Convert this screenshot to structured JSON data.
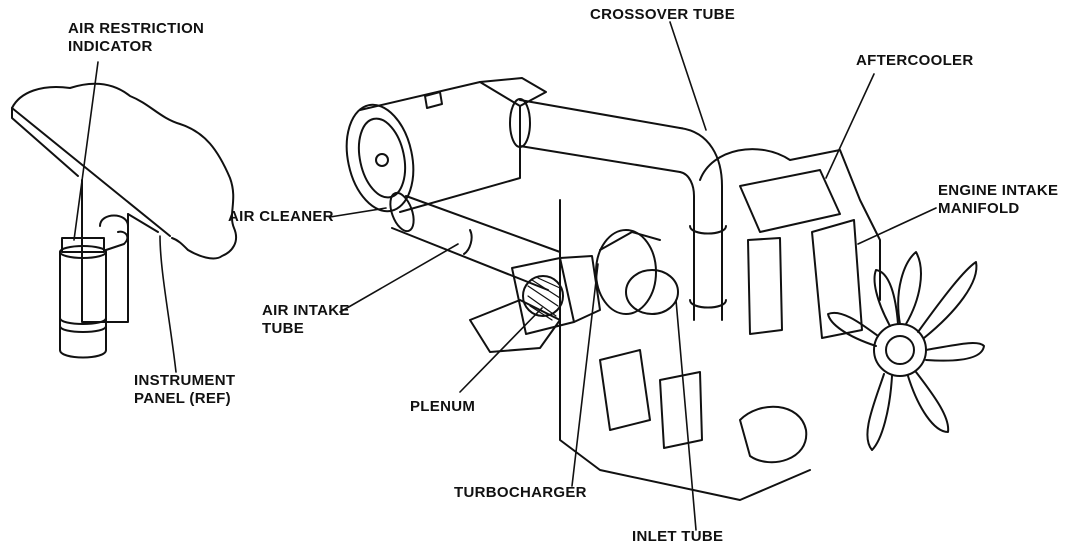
{
  "labels": {
    "air_restriction_indicator": [
      "AIR RESTRICTION",
      "INDICATOR"
    ],
    "crossover_tube": "CROSSOVER TUBE",
    "aftercooler": "AFTERCOOLER",
    "engine_intake_manifold": [
      "ENGINE INTAKE",
      "MANIFOLD"
    ],
    "air_cleaner": "AIR CLEANER",
    "air_intake_tube": [
      "AIR INTAKE",
      "TUBE"
    ],
    "instrument_panel": [
      "INSTRUMENT",
      "PANEL (REF)"
    ],
    "plenum": "PLENUM",
    "turbocharger": "TURBOCHARGER",
    "inlet_tube": "INLET TUBE"
  },
  "colors": {
    "ink": "#111111",
    "paper": "#ffffff"
  }
}
